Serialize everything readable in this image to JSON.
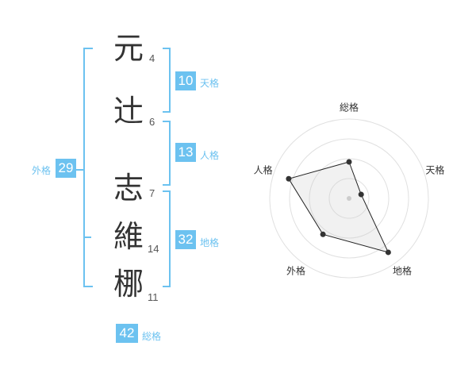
{
  "name": {
    "characters": [
      {
        "char": "元",
        "strokes": "4"
      },
      {
        "char": "辻",
        "strokes": "6"
      },
      {
        "char": "志",
        "strokes": "7"
      },
      {
        "char": "維",
        "strokes": "14"
      },
      {
        "char": "梛",
        "strokes": "11"
      }
    ]
  },
  "fortunes": {
    "tenkaku": {
      "value": "10",
      "label": "天格"
    },
    "jinkaku": {
      "value": "13",
      "label": "人格"
    },
    "chikaku": {
      "value": "32",
      "label": "地格"
    },
    "gaikaku": {
      "value": "29",
      "label": "外格"
    },
    "soukaku": {
      "value": "42",
      "label": "総格"
    }
  },
  "radar": {
    "axes": [
      "総格",
      "天格",
      "地格",
      "外格",
      "人格"
    ],
    "values": [
      2.3,
      0.8,
      4.2,
      2.8,
      4.0
    ],
    "max": 5,
    "rings": 4
  },
  "colors": {
    "accent": "#6cc2f0",
    "text": "#333333"
  }
}
